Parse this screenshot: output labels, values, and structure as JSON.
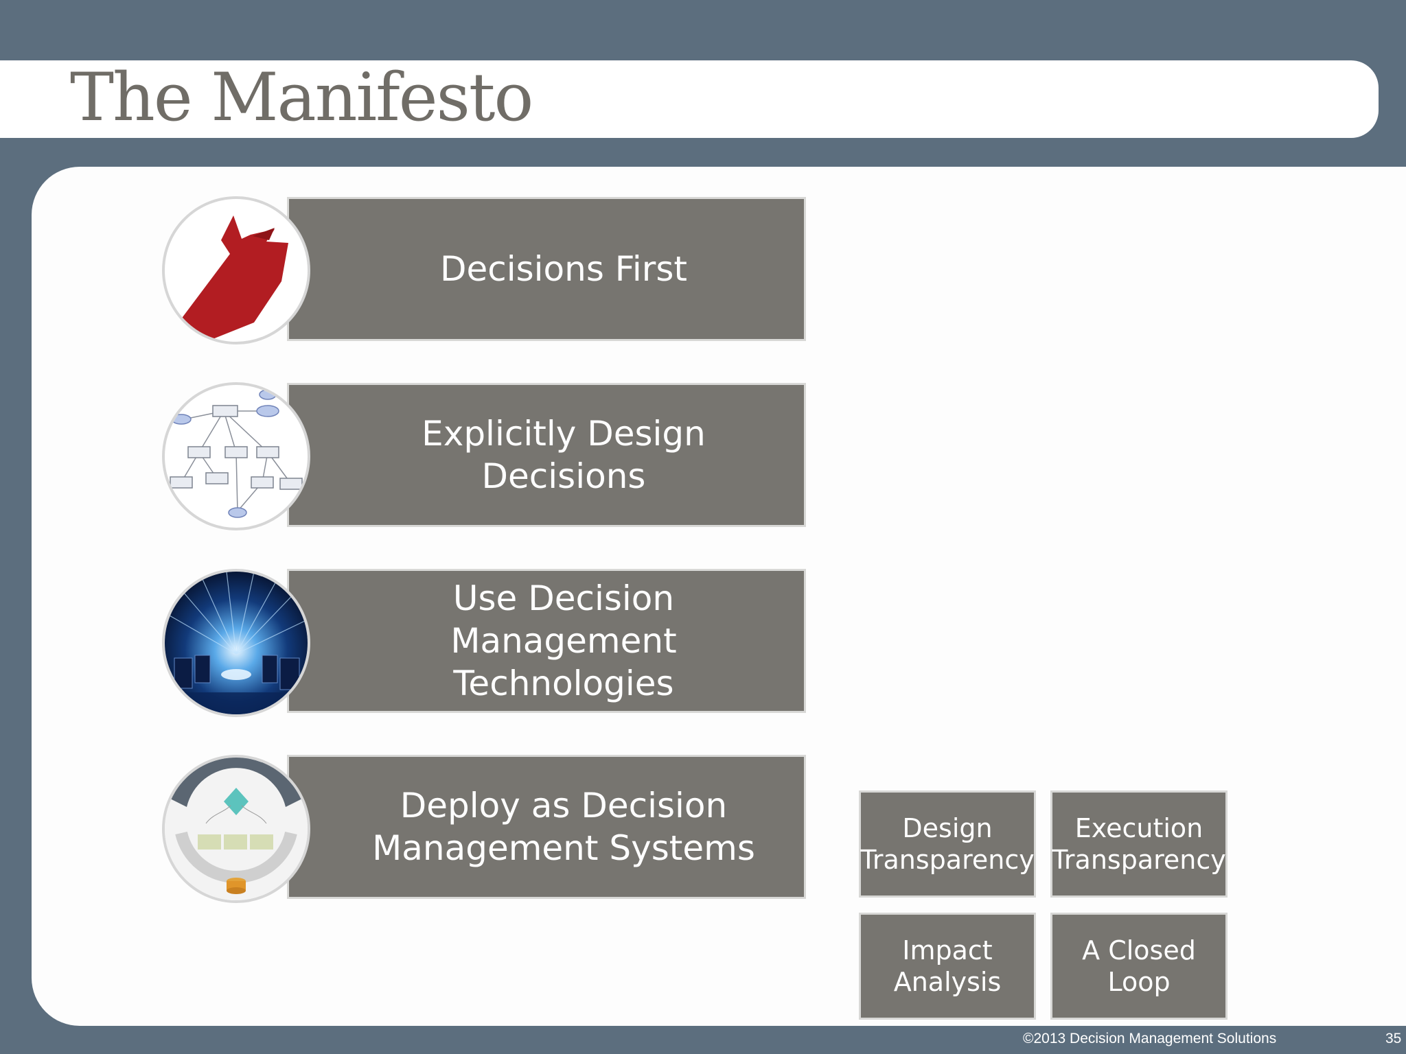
{
  "slide": {
    "title": "The Manifesto",
    "principles": [
      {
        "label": "Decisions First",
        "icon": "red-arrow-fork-icon"
      },
      {
        "label": "Explicitly Design Decisions",
        "icon": "decision-model-diagram-icon"
      },
      {
        "label": "Use Decision Management Technologies",
        "icon": "data-tunnel-icon"
      },
      {
        "label": "Deploy as Decision Management Systems",
        "icon": "decision-service-architecture-icon"
      }
    ],
    "tiles": [
      {
        "label": "Design Transparency"
      },
      {
        "label": "Execution Transparency"
      },
      {
        "label": "Impact Analysis"
      },
      {
        "label": "A Closed Loop"
      }
    ],
    "footer": {
      "copyright": "©2013  Decision Management Solutions",
      "page_number": "35"
    }
  },
  "colors": {
    "frame": "#5c6e7e",
    "banner": "#777570",
    "title_text": "#706d67",
    "accent_red": "#b21d22"
  }
}
